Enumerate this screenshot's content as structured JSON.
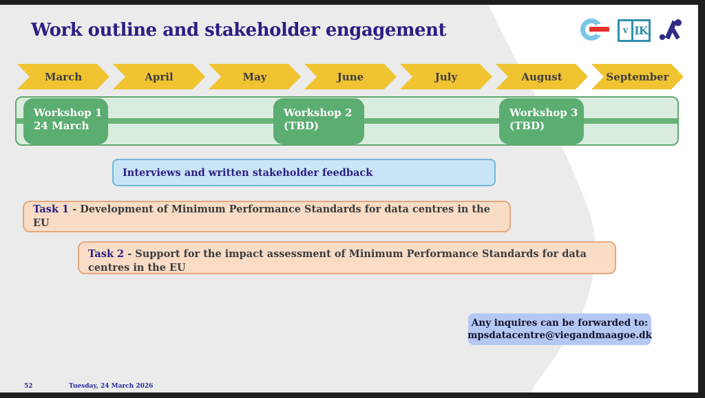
{
  "slide": {
    "title": "Work outline and stakeholder engagement",
    "timeline": {
      "months": [
        "March",
        "April",
        "May",
        "June",
        "July",
        "August",
        "September"
      ]
    },
    "workshops_bar": {
      "workshops": [
        {
          "name": "Workshop 1",
          "date": "24 March"
        },
        {
          "name": "Workshop 2",
          "date": "(TBD)"
        },
        {
          "name": "Workshop 3",
          "date": "(TBD)"
        }
      ]
    },
    "interviews": {
      "label": "Interviews and written stakeholder feedback"
    },
    "tasks": [
      {
        "label": "Task 1",
        "description": "- Development of Minimum Performance Standards for data centres in the EU"
      },
      {
        "label": "Task 2",
        "description": "- Support for the impact assessment of Minimum Performance Standards for data centres in the EU"
      }
    ],
    "contact": {
      "line1": "Any inquires can be forwarded to:",
      "email": "mpsdatacentre@viegandmaagoe.dk"
    },
    "footer": {
      "page_number": "52",
      "date": "Tuesday, 24 March 2026"
    },
    "logos": {
      "vik": {
        "left": "v",
        "right": "IK"
      }
    }
  },
  "colors": {
    "accent_yellow": "#f0c331",
    "workshop_green": "#5cad72",
    "light_green_fill": "#d9ecdd",
    "green_border": "#5fa86f",
    "blue_fill": "#c9e4f6",
    "blue_border": "#72b6d7",
    "peach_fill": "#f8dcc6",
    "peach_border": "#e5a77d",
    "periwinkle_fill": "#b5c8f3",
    "title_indigo": "#2b1e83",
    "background_gray": "#ebebeb",
    "frame_dark": "#1f1f1f",
    "logo_blue": "#7cc5e9",
    "logo_red": "#e8302e",
    "logo_teal": "#2f8fae",
    "logo_indigo": "#2e2b87"
  }
}
